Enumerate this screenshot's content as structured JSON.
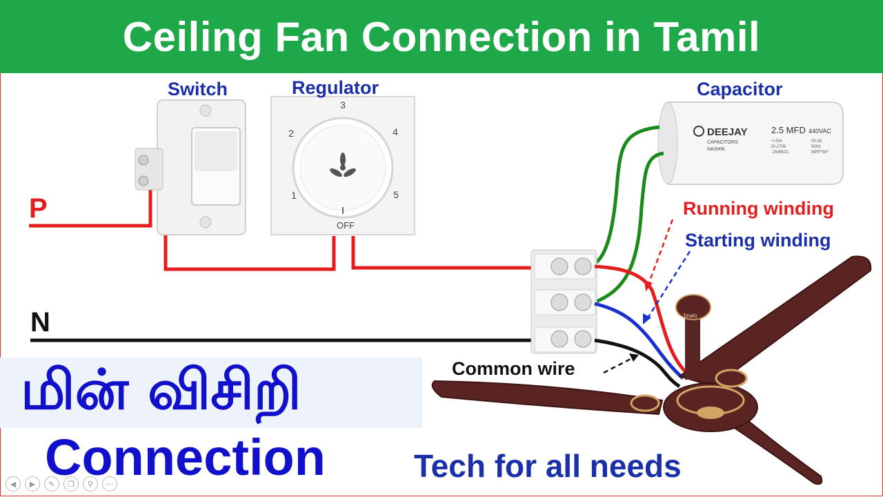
{
  "title": "Ceiling Fan Connection in Tamil",
  "labels": {
    "switch": "Switch",
    "regulator": "Regulator",
    "capacitor": "Capacitor",
    "running_winding": "Running winding",
    "starting_winding": "Starting winding",
    "common_wire": "Common wire",
    "phase": "P",
    "neutral": "N"
  },
  "regulator": {
    "positions": [
      "3",
      "4",
      "5",
      "2",
      "1"
    ],
    "off": "OFF"
  },
  "capacitor": {
    "brand": "DEEJAY",
    "brand_sub": "CAPACITORS",
    "brand_place": "NASHIK",
    "rating": "2.5 MFD",
    "voltage": "440VAC",
    "spec_tol": "+/-5%",
    "spec_std": "IS-1709",
    "spec_date": "-25/85/21",
    "spec_code": "05:16",
    "spec_freq": "50Hz",
    "spec_type": "MPP\"SH\""
  },
  "fan": {
    "brand": "Jinalo"
  },
  "caption": {
    "tamil": "மின் விசிறி",
    "connection": "Connection",
    "channel": "Tech for all needs"
  },
  "colors": {
    "banner": "#1ea84a",
    "phase_wire": "#e31e1e",
    "neutral_wire": "#111111",
    "capacitor_wire": "#1a8a1a",
    "starting_wire": "#1a2fd0",
    "fan_body": "#5a2423",
    "label_blue": "#1a2fa8"
  },
  "media_controls": [
    "prev-icon",
    "play-icon",
    "edit-icon",
    "copy-icon",
    "zoom-icon",
    "more-icon"
  ]
}
